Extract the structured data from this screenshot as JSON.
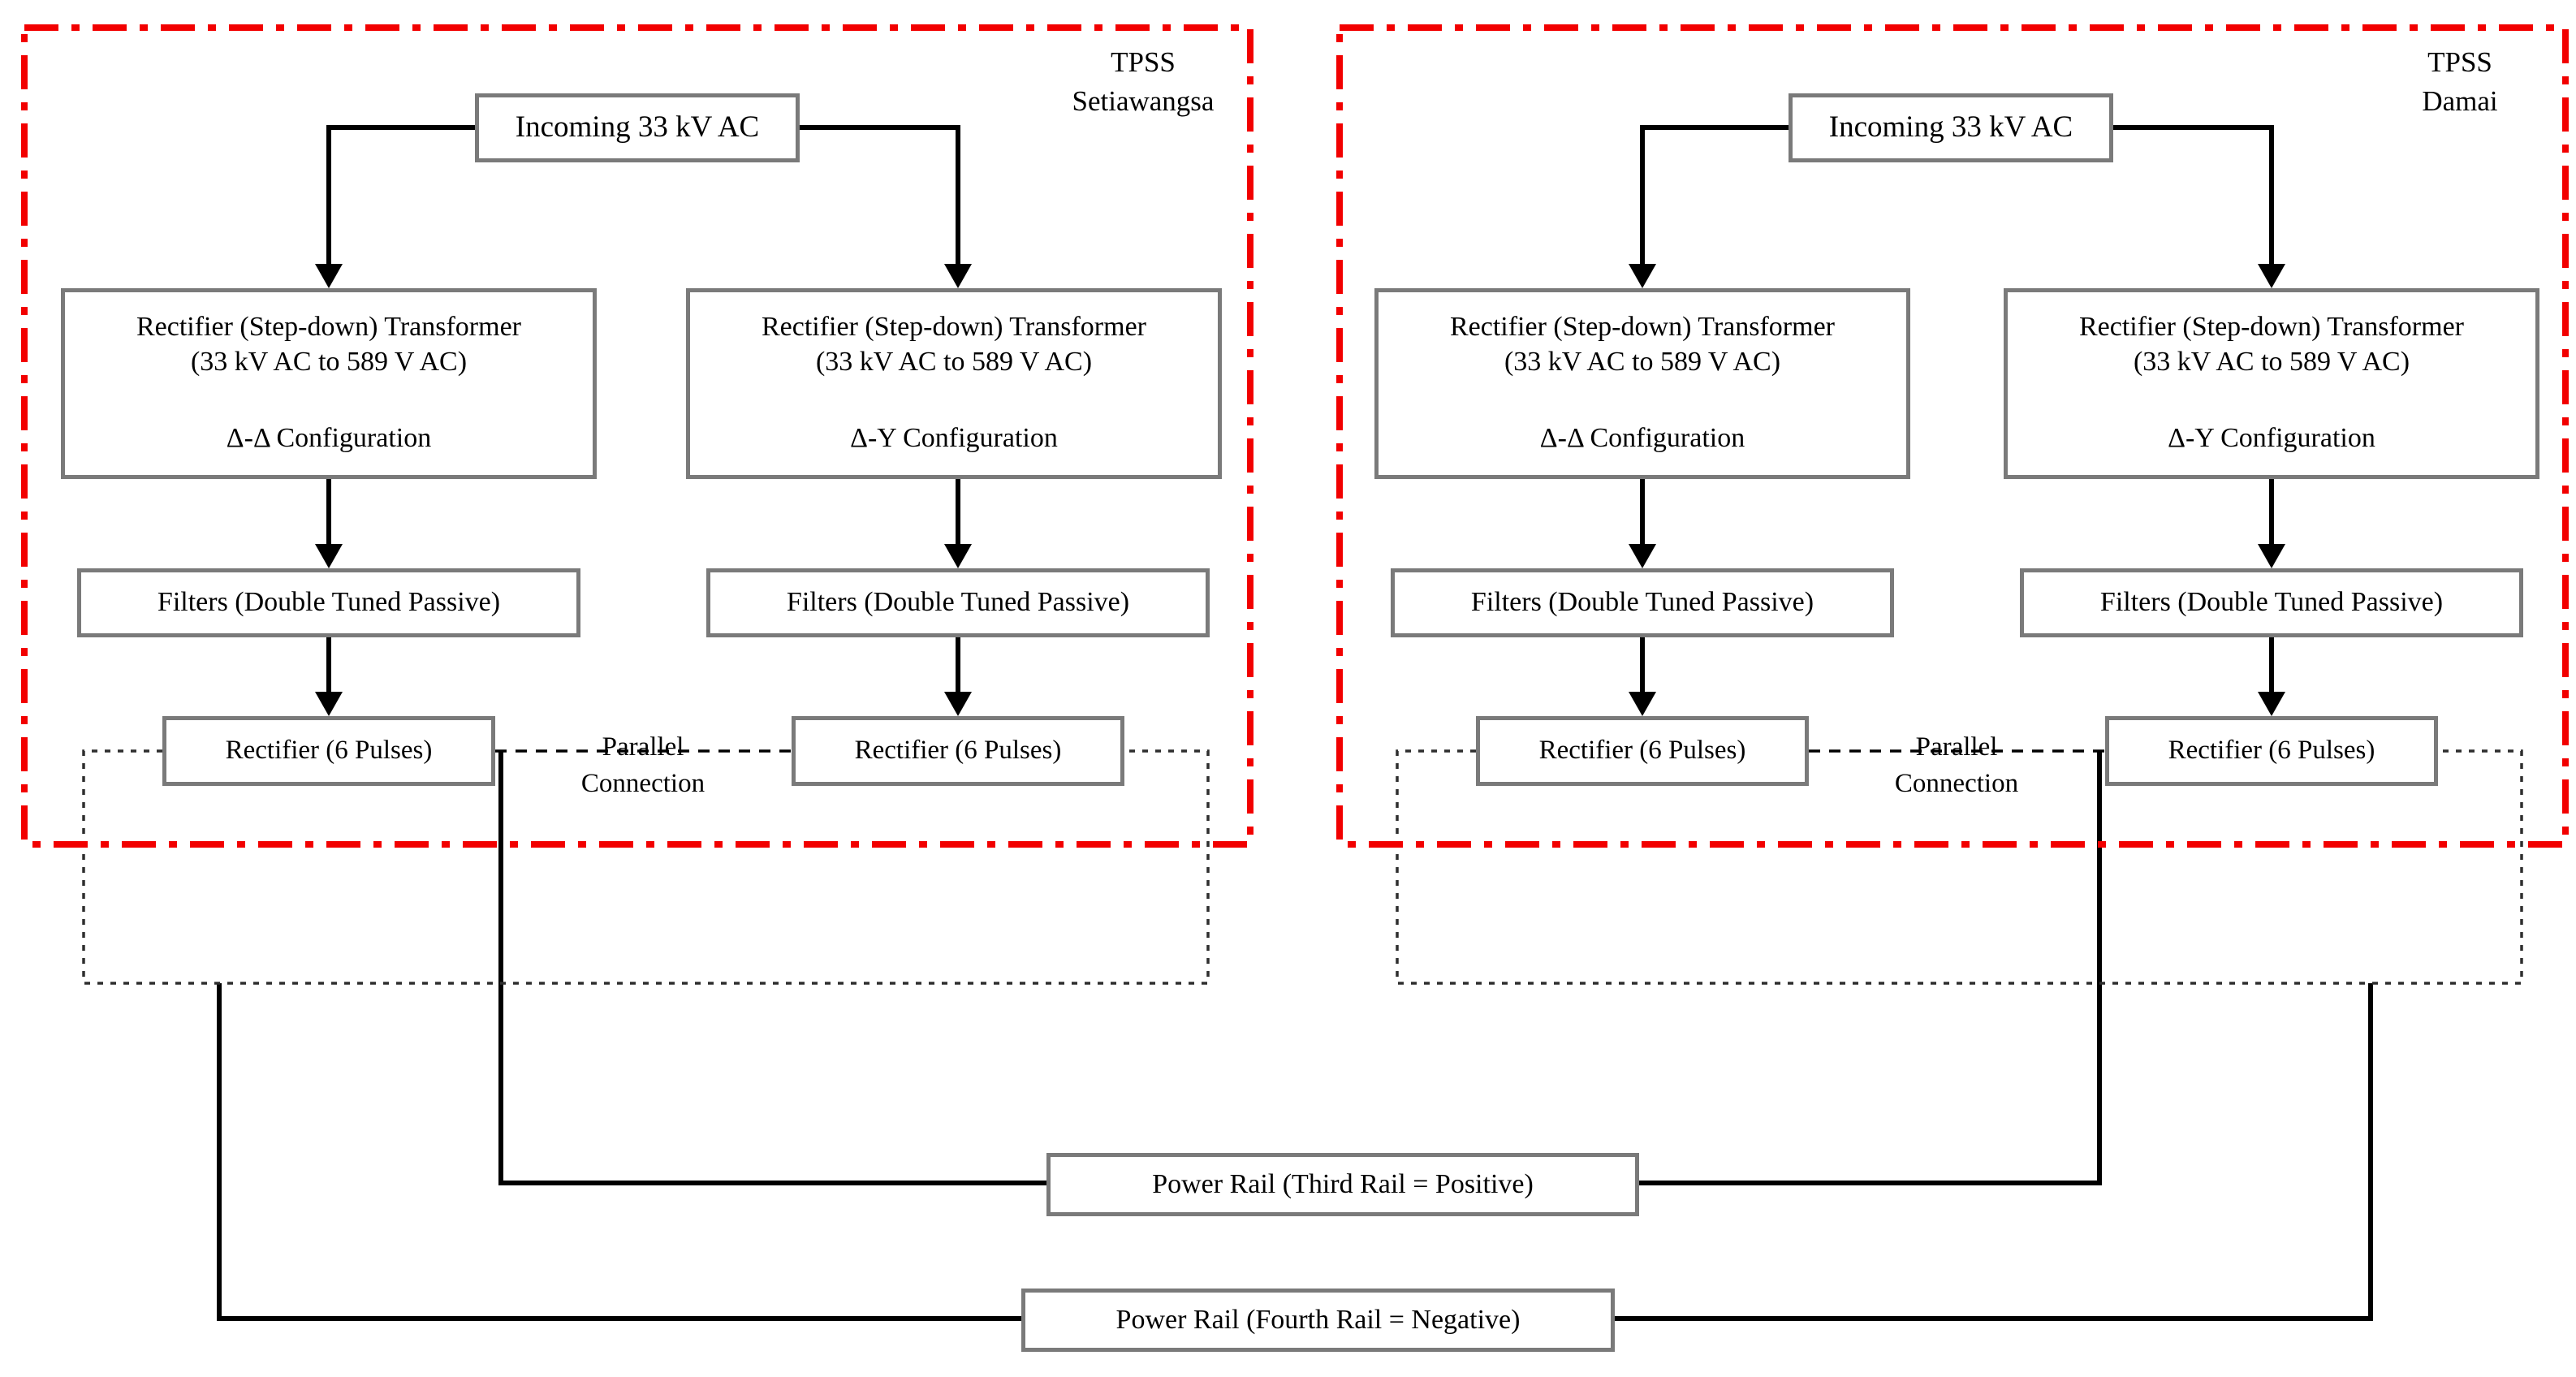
{
  "diagram_title": "TPSS traction power supply one-line block diagram",
  "colors": {
    "background": "#ffffff",
    "tpss_boundary": "#f20000",
    "box_border": "#7a7a7a",
    "connector_line": "#000000",
    "dotted_bus": "#2e2e2e",
    "text": "#000000"
  },
  "stations": [
    {
      "label_line1": "TPSS",
      "label_line2": "Setiawangsa",
      "incoming": "Incoming 33 kV AC",
      "transformers": [
        {
          "line1": "Rectifier (Step-down) Transformer",
          "line2": "(33 kV AC to 589 V AC)",
          "config": "Δ-Δ Configuration"
        },
        {
          "line1": "Rectifier (Step-down) Transformer",
          "line2": "(33 kV AC to 589 V AC)",
          "config": "Δ-Y Configuration"
        }
      ],
      "filters": [
        "Filters (Double Tuned Passive)",
        "Filters (Double Tuned Passive)"
      ],
      "rectifiers": [
        "Rectifier (6 Pulses)",
        "Rectifier (6 Pulses)"
      ],
      "parallel_line1": "Parallel",
      "parallel_line2": "Connection"
    },
    {
      "label_line1": "TPSS",
      "label_line2": "Damai",
      "incoming": "Incoming 33 kV AC",
      "transformers": [
        {
          "line1": "Rectifier (Step-down) Transformer",
          "line2": "(33 kV AC to 589 V AC)",
          "config": "Δ-Δ Configuration"
        },
        {
          "line1": "Rectifier (Step-down) Transformer",
          "line2": "(33 kV AC to 589 V AC)",
          "config": "Δ-Y Configuration"
        }
      ],
      "filters": [
        "Filters (Double Tuned Passive)",
        "Filters (Double Tuned Passive)"
      ],
      "rectifiers": [
        "Rectifier (6 Pulses)",
        "Rectifier (6 Pulses)"
      ],
      "parallel_line1": "Parallel",
      "parallel_line2": "Connection"
    }
  ],
  "power_rails": {
    "third": "Power Rail (Third Rail = Positive)",
    "fourth": "Power Rail (Fourth Rail = Negative)"
  }
}
